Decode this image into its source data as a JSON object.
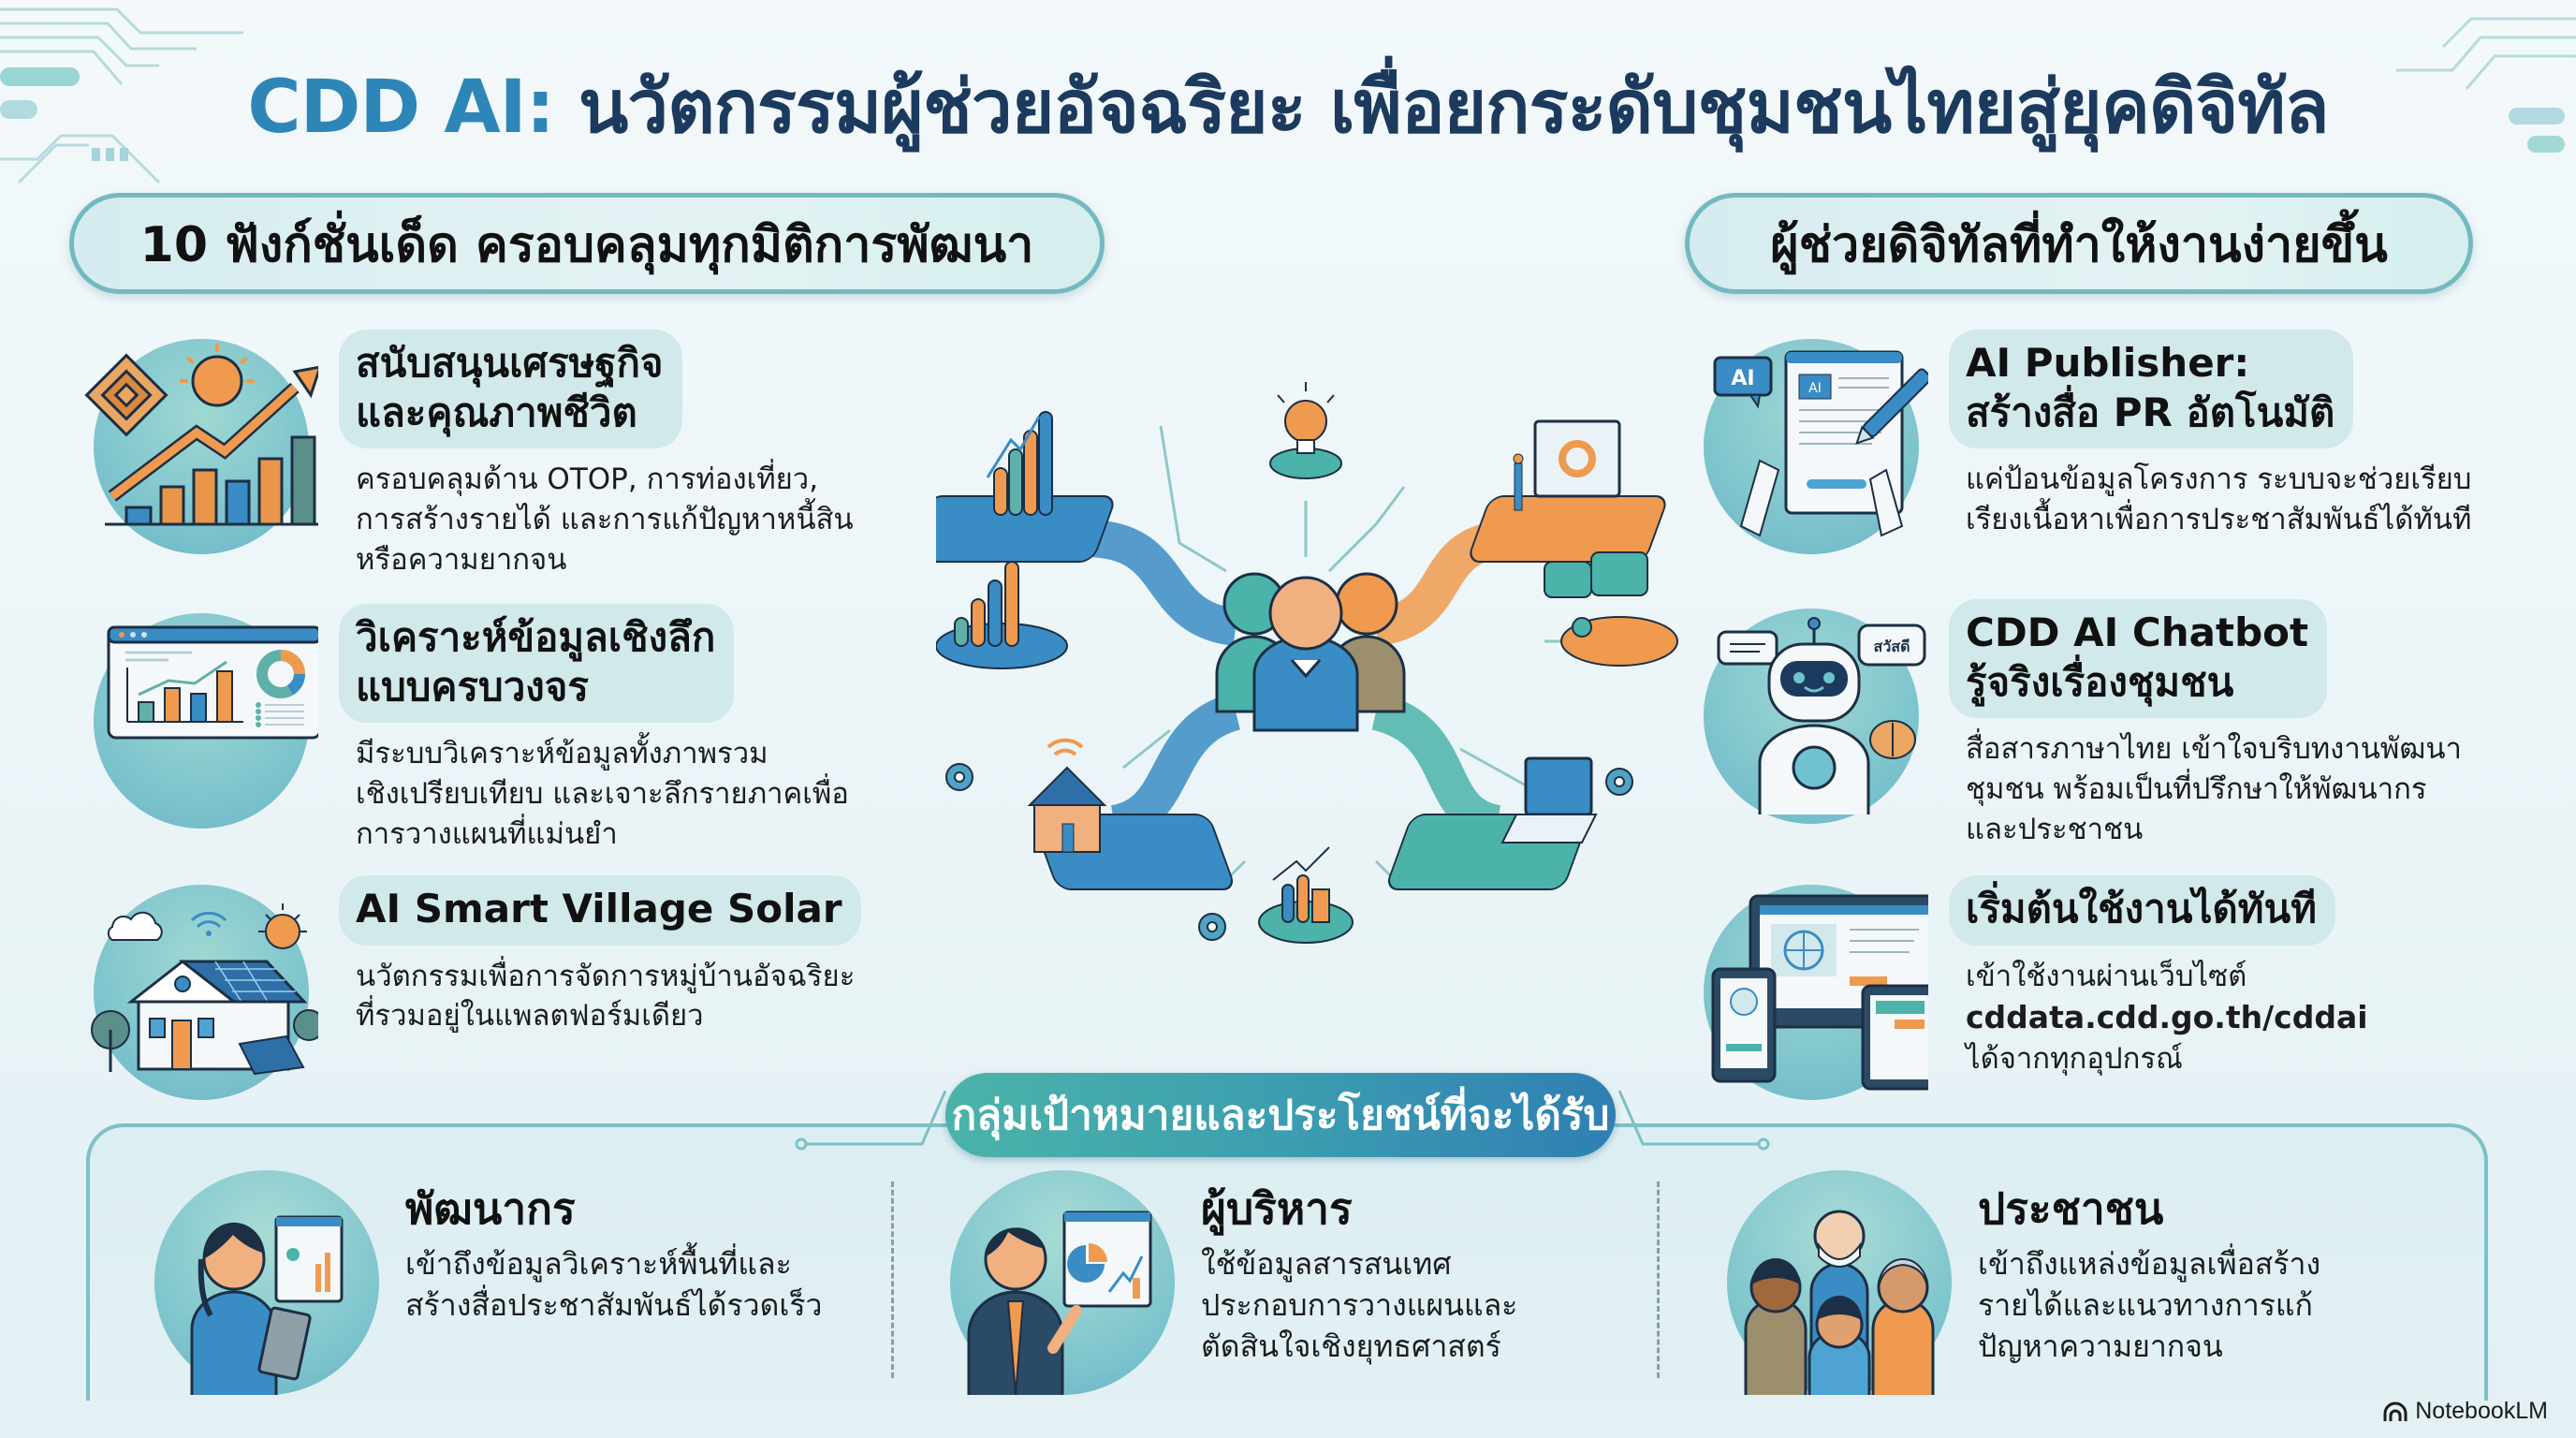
{
  "title": {
    "brand": "CDD AI:",
    "rest": " นวัตกรรมผู้ช่วยอัจฉริยะ เพื่อยกระดับชุมชนไทยสู่ยุคดิจิทัล"
  },
  "left_section": {
    "header": "10 ฟังก์ชั่นเด็ด ครอบคลุมทุกมิติการพัฒนา",
    "features": [
      {
        "icon": "economy-growth-chart-icon",
        "heading": "สนับสนุนเศรษฐกิจ\nและคุณภาพชีวิต",
        "desc": "ครอบคลุมด้าน OTOP, การท่องเที่ยว,\nการสร้างรายได้ และการแก้ปัญหาหนี้สิน\nหรือความยากจน"
      },
      {
        "icon": "analytics-dashboard-icon",
        "heading": "วิเคราะห์ข้อมูลเชิงลึก\nแบบครบวงจร",
        "desc": "มีระบบวิเคราะห์ข้อมูลทั้งภาพรวม\nเชิงเปรียบเทียบ และเจาะลึกรายภาคเพื่อ\nการวางแผนที่แม่นยำ"
      },
      {
        "icon": "solar-smart-house-icon",
        "heading": "AI Smart Village Solar",
        "desc": "นวัตกรรมเพื่อการจัดการหมู่บ้านอัจฉริยะ\nที่รวมอยู่ในแพลตฟอร์มเดียว"
      }
    ]
  },
  "right_section": {
    "header": "ผู้ช่วยดิจิทัลที่ทำให้งานง่ายขึ้น",
    "features": [
      {
        "icon": "ai-publisher-document-pen-icon",
        "icon_badge": "AI",
        "heading": "AI Publisher:\nสร้างสื่อ PR อัตโนมัติ",
        "desc": "แค่ป้อนข้อมูลโครงการ ระบบจะช่วยเรียบ\nเรียงเนื้อหาเพื่อการประชาสัมพันธ์ได้ทันที"
      },
      {
        "icon": "chatbot-robot-icon",
        "icon_bubble": "สวัสดี",
        "heading": "CDD AI Chatbot\nรู้จริงเรื่องชุมชน",
        "desc": "สื่อสารภาษาไทย เข้าใจบริบทงานพัฒนา\nชุมชน พร้อมเป็นที่ปรึกษาให้พัฒนากร\nและประชาชน"
      },
      {
        "icon": "multi-device-web-icon",
        "heading": "เริ่มต้นใช้งานได้ทันที",
        "desc_line1": "เข้าใช้งานผ่านเว็บไซต์",
        "url": "cddata.cdd.go.th/cddai",
        "desc_line3": "ได้จากทุกอุปกรณ์"
      }
    ]
  },
  "hub": {
    "icon": "community-network-hub-illustration"
  },
  "bottom_section": {
    "header": "กลุ่มเป้าหมายและประโยชน์ที่จะได้รับ",
    "targets": [
      {
        "avatar": "developer-woman-tablet-avatar",
        "title": "พัฒนากร",
        "desc": "เข้าถึงข้อมูลวิเคราะห์พื้นที่และ\nสร้างสื่อประชาสัมพันธ์ได้รวดเร็ว"
      },
      {
        "avatar": "executive-presenting-chart-avatar",
        "title": "ผู้บริหาร",
        "desc": "ใช้ข้อมูลสารสนเทศ\nประกอบการวางแผนและ\nตัดสินใจเชิงยุทธศาสตร์"
      },
      {
        "avatar": "citizens-group-avatar",
        "title": "ประชาชน",
        "desc": "เข้าถึงแหล่งข้อมูลเพื่อสร้าง\nรายได้และแนวทางการแก้\nปัญหาความยากจน"
      }
    ]
  },
  "footer": {
    "brand": "NotebookLM"
  },
  "colors": {
    "brand_blue": "#2e86b8",
    "title_navy": "#1c3a5e",
    "teal": "#4bb3a9",
    "orange": "#ef9a4e",
    "pill_border": "#74b9c1",
    "heading_box": "#d2e9ec"
  }
}
